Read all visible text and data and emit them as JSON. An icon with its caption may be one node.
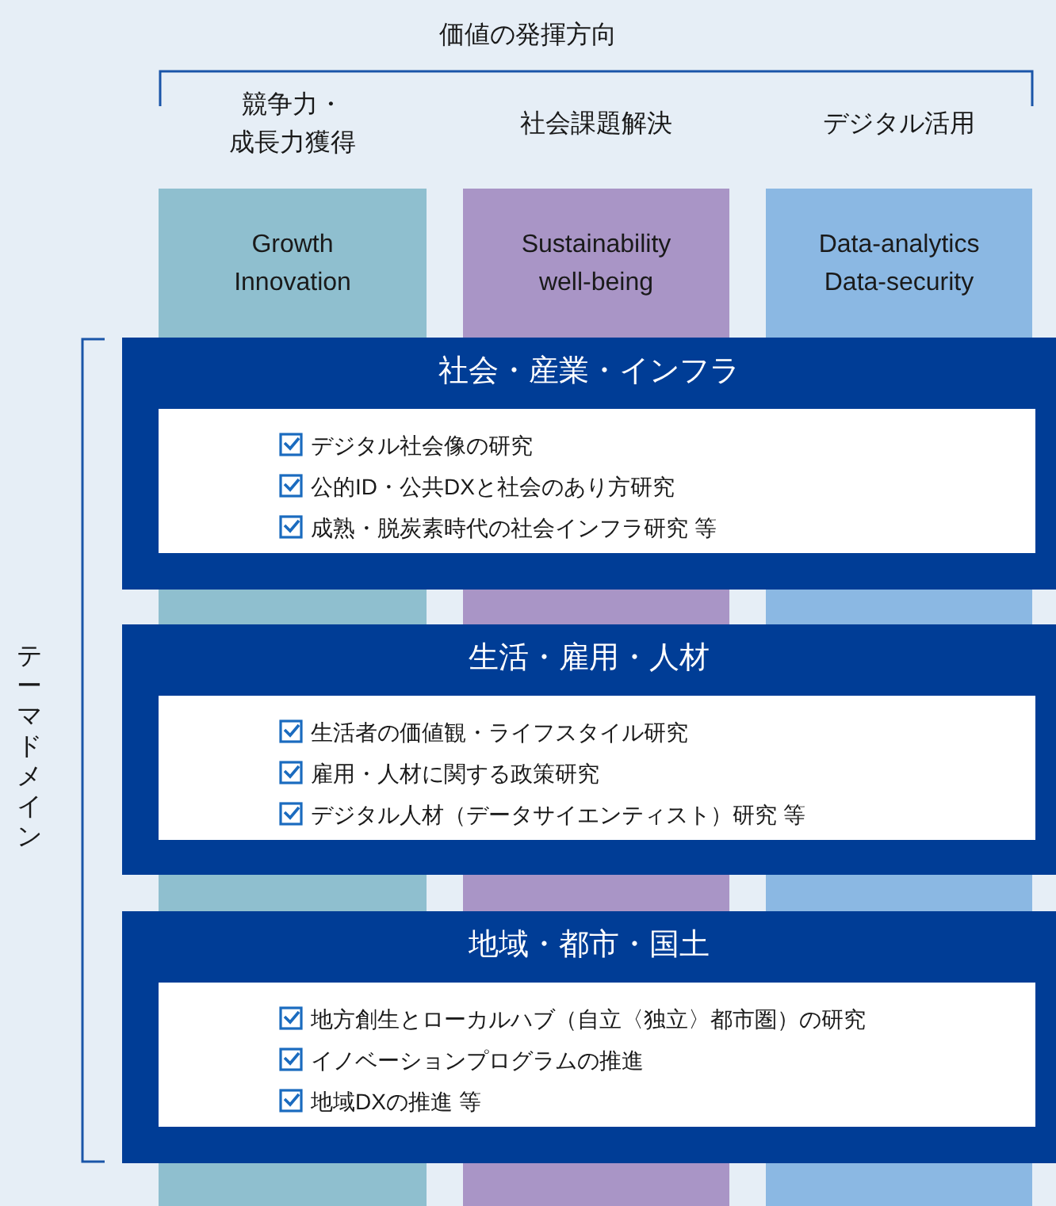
{
  "diagram": {
    "nodes": [
      {
        "text": [
          "競争力・成長力獲得",
          "Growth Innovation"
        ]
      },
      {
        "text": [
          "社会課題解決",
          "Sustainability well-being"
        ]
      },
      {
        "text": [
          "デジタル活用",
          "Data-analytics Data-security"
        ]
      },
      {
        "text": [
          "社会・産業・インフラ"
        ]
      },
      {
        "text": [
          "デジタル社会像の研究",
          "公的ID・公共DXと社会のあり方研究",
          "成熟・脱炭素時代の社会インフラ研究 等"
        ],
        "in": 3
      },
      {
        "text": [
          "生活・雇用・人材"
        ]
      },
      {
        "text": [
          "生活者の価値観・ライフスタイル研究",
          "雇用・人材に関する政策研究",
          "デジタル人材（データサイエンティスト）研究 等"
        ],
        "in": 5
      },
      {
        "text": [
          "地域・都市・国土"
        ]
      },
      {
        "text": [
          "地方創生とローカルハブ（自立〈独立〉都市圏）の研究",
          "イノベーションプログラムの推進",
          "地域DXの推進 等"
        ],
        "in": 7
      }
    ],
    "edges": [],
    "labels": [
      "価値の発揮方向",
      "テーマドメイン"
    ]
  }
}
